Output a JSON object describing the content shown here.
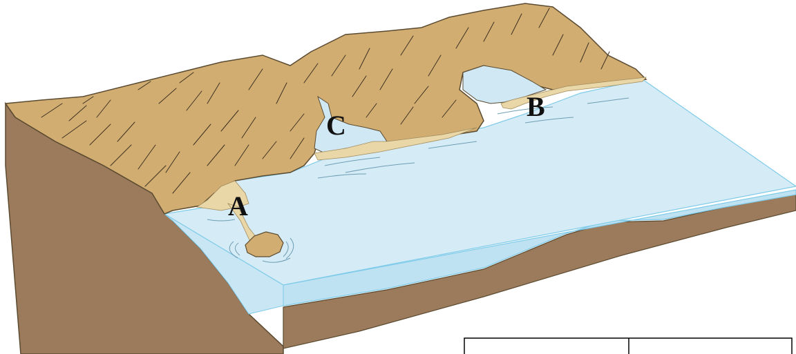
{
  "labels": {
    "a": "A",
    "b": "B",
    "c": "C"
  },
  "colors": {
    "land": "#d1ad72",
    "land_stroke": "#5a4a30",
    "sand": "#ead7a8",
    "water_surface": "#d5ebf6",
    "water_side": "#bfe2f2",
    "water_edge": "#7fcbe9",
    "earth": "#9c7b5c",
    "earth_dark": "#7e6147",
    "hachure": "#3d3120"
  },
  "answer_table": {
    "rows": 1,
    "columns": 2
  }
}
